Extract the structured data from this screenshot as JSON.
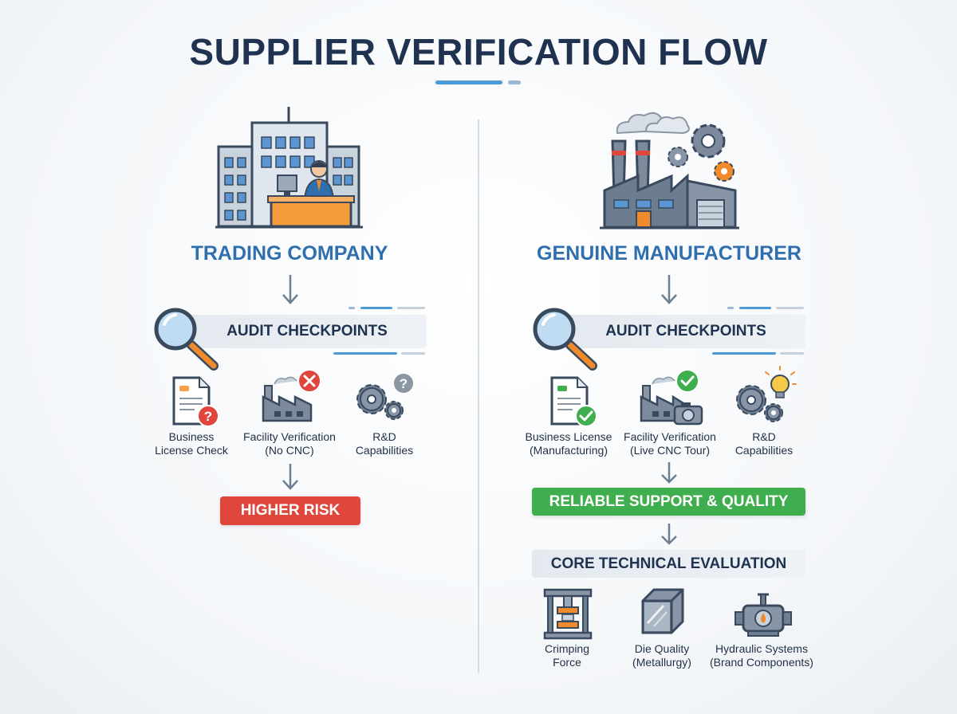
{
  "title": "SUPPLIER VERIFICATION FLOW",
  "left": {
    "heading": "TRADING COMPANY",
    "audit_title": "AUDIT CHECKPOINTS",
    "checkpoints": [
      {
        "line1": "Business",
        "line2": "License Check",
        "status": "unknown"
      },
      {
        "line1": "Facility Verification",
        "line2": "(No CNC)",
        "status": "fail"
      },
      {
        "line1": "R&D",
        "line2": "Capabilities",
        "status": "unknown"
      }
    ],
    "result": "HIGHER RISK"
  },
  "right": {
    "heading": "GENUINE MANUFACTURER",
    "audit_title": "AUDIT CHECKPOINTS",
    "checkpoints": [
      {
        "line1": "Business License",
        "line2": "(Manufacturing)",
        "status": "pass"
      },
      {
        "line1": "Facility Verification",
        "line2": "(Live CNC Tour)",
        "status": "pass"
      },
      {
        "line1": "R&D",
        "line2": "Capabilities",
        "status": "idea"
      }
    ],
    "result": "RELIABLE SUPPORT & QUALITY",
    "evaluation_title": "CORE TECHNICAL EVALUATION",
    "evaluation_items": [
      {
        "line1": "Crimping",
        "line2": "Force"
      },
      {
        "line1": "Die Quality",
        "line2": "(Metallurgy)"
      },
      {
        "line1": "Hydraulic Systems",
        "line2": "(Brand Components)"
      }
    ]
  },
  "colors": {
    "accent_blue": "#2f6fae",
    "risk_red": "#e0463c",
    "success_green": "#3fae4f",
    "warning_orange": "#f08a2a",
    "steel_gray": "#6f7f92"
  },
  "icons": {
    "left_header": "office-building-icon",
    "right_header": "factory-icon",
    "audit": "magnifier-icon",
    "license": "document-icon",
    "facility": "factory-small-icon",
    "rnd": "gears-icon",
    "crimping": "press-icon",
    "die": "metal-cube-icon",
    "hydraulic": "hydraulic-pump-icon"
  }
}
